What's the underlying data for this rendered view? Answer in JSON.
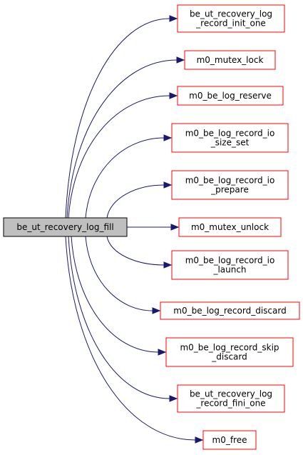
{
  "colors": {
    "root_fill": "#bfbfbf",
    "root_stroke": "#000000",
    "node_fill": "#ffffff",
    "node_stroke": "#ff0000",
    "edge": "#191970",
    "text": "#000000"
  },
  "graph": {
    "root": {
      "name": "be_ut_recovery_log_fill",
      "lines": [
        "be_ut_recovery_log_fill"
      ]
    },
    "callees": [
      {
        "name": "be_ut_recovery_log_record_init_one",
        "lines": [
          "be_ut_recovery_log",
          "_record_init_one"
        ]
      },
      {
        "name": "m0_mutex_lock",
        "lines": [
          "m0_mutex_lock"
        ]
      },
      {
        "name": "m0_be_log_reserve",
        "lines": [
          "m0_be_log_reserve"
        ]
      },
      {
        "name": "m0_be_log_record_io_size_set",
        "lines": [
          "m0_be_log_record_io",
          "_size_set"
        ]
      },
      {
        "name": "m0_be_log_record_io_prepare",
        "lines": [
          "m0_be_log_record_io",
          "_prepare"
        ]
      },
      {
        "name": "m0_mutex_unlock",
        "lines": [
          "m0_mutex_unlock"
        ]
      },
      {
        "name": "m0_be_log_record_io_launch",
        "lines": [
          "m0_be_log_record_io",
          "_launch"
        ]
      },
      {
        "name": "m0_be_log_record_discard",
        "lines": [
          "m0_be_log_record_discard"
        ]
      },
      {
        "name": "m0_be_log_record_skip_discard",
        "lines": [
          "m0_be_log_record_skip",
          "_discard"
        ]
      },
      {
        "name": "be_ut_recovery_log_record_fini_one",
        "lines": [
          "be_ut_recovery_log",
          "_record_fini_one"
        ]
      },
      {
        "name": "m0_free",
        "lines": [
          "m0_free"
        ]
      }
    ]
  }
}
